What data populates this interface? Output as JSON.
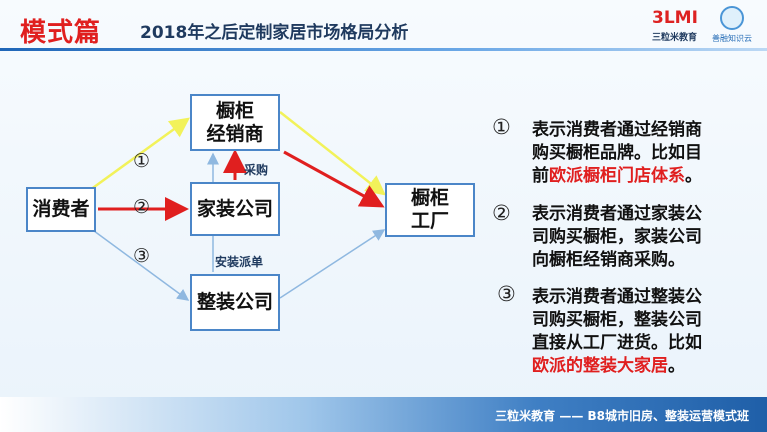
{
  "header": {
    "title": "模式篇",
    "subtitle": "2018年之后定制家居市场格局分析",
    "logo_text": "3LMI",
    "logo_subtext": "三粒米教育",
    "badge_text": "善融知识云"
  },
  "diagram": {
    "nodes": {
      "consumer": "消费者",
      "dealer_line1": "橱柜",
      "dealer_line2": "经销商",
      "home_deco": "家装公司",
      "whole_deco": "整装公司",
      "factory_line1": "橱柜",
      "factory_line2": "工厂"
    },
    "path_numbers": [
      "①",
      "②",
      "③"
    ],
    "labels": {
      "purchase": "采购",
      "dispatch": "安装派单"
    },
    "colors": {
      "path1": "#f2f25a",
      "path2": "#e01f1f",
      "path3": "#8fb8e0",
      "box_border": "#4b86c8"
    }
  },
  "explanations": [
    {
      "num": "①",
      "line1": "表示消费者通过经销商",
      "line2": "购买橱柜品牌。比如目",
      "line3_prefix": "前",
      "line3_highlight": "欧派橱柜门店体系",
      "line3_suffix": "。"
    },
    {
      "num": "②",
      "line1": "表示消费者通过家装公",
      "line2": "司购买橱柜，家装公司",
      "line3": "向橱柜经销商采购。"
    },
    {
      "num": "③",
      "line1": "表示消费者通过整装公",
      "line2": "司购买橱柜，整装公司",
      "line3": "直接从工厂进货。比如",
      "line4_highlight": "欧派的整装大家居",
      "line4_suffix": "。"
    }
  ],
  "footer": {
    "text": "三粒米教育 —— B8城市旧房、整装运营模式班"
  }
}
